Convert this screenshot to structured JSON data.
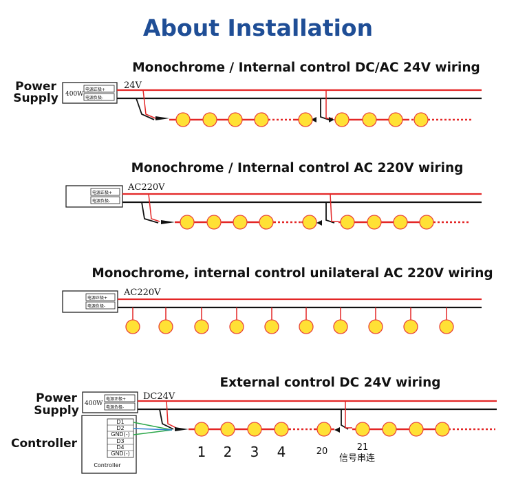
{
  "title": "About Installation",
  "colors": {
    "title": "#1f4e96",
    "red_wire": "#e32626",
    "black_wire": "#111111",
    "bulb_fill": "#ffe135",
    "bulb_stroke": "#e8443a",
    "green_wire": "#2ca84a",
    "blue_wire": "#2f7fd1"
  },
  "sections": [
    {
      "heading": "Monochrome / Internal control DC/AC 24V wiring",
      "power_label": "Power",
      "power_label2": "Supply",
      "box_label": "400W",
      "box_rows": [
        "电源正极+",
        "电源负极-"
      ],
      "voltage": "24V"
    },
    {
      "heading": "Monochrome / Internal control AC 220V wiring",
      "box_rows": [
        "电源正极+",
        "电源负极-"
      ],
      "voltage": "AC220V"
    },
    {
      "heading": "Monochrome, internal control unilateral AC 220V wiring",
      "box_rows": [
        "电源正极+",
        "电源负极-"
      ],
      "voltage": "AC220V"
    },
    {
      "heading": "External control DC 24V wiring",
      "power_label": "Power",
      "power_label2": "Supply",
      "box_label": "400W",
      "box_rows": [
        "电源正极+",
        "电源负极-"
      ],
      "voltage": "DC24V",
      "controller_label": "Controller",
      "controller_box_label": "Controller",
      "terminals": [
        "D1",
        "D2",
        "GND(-)",
        "D3",
        "D4",
        "GND(-)"
      ],
      "bulb_numbers": [
        "1",
        "2",
        "3",
        "4",
        "20",
        "21"
      ],
      "cascade_note": "信号串连"
    }
  ]
}
